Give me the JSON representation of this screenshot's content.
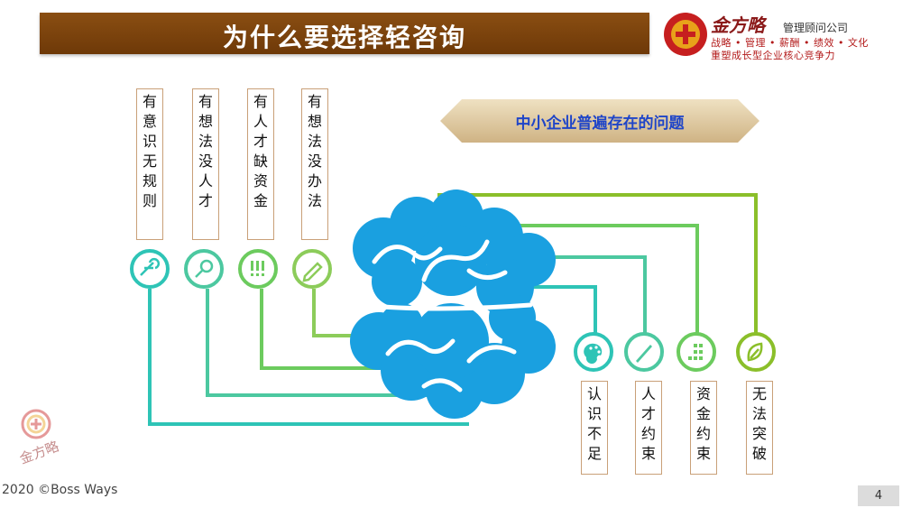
{
  "header": {
    "title": "为什么要选择轻咨询"
  },
  "logo": {
    "brand": "金方略",
    "subtitle": "管理顾问公司",
    "tagline": "战略 • 管理 • 薪酬 • 绩效 • 文化",
    "slogan": "重塑成长型企业核心竞争力"
  },
  "banner": {
    "text": "中小企业普遍存在的问题"
  },
  "top_items": [
    {
      "text": "有意识 无规则",
      "icon": "wrench-icon"
    },
    {
      "text": "有想法 没人才",
      "icon": "magnifier-icon"
    },
    {
      "text": "有人才 缺资金",
      "icon": "exclamation-icon"
    },
    {
      "text": "有想法 没办法",
      "icon": "pencil-icon"
    }
  ],
  "bottom_items": [
    {
      "text": "认识不足",
      "icon": "palette-icon"
    },
    {
      "text": "人才约束",
      "icon": "pen-icon"
    },
    {
      "text": "资金约束",
      "icon": "dots-grid-icon"
    },
    {
      "text": "无法突破",
      "icon": "leaf-icon"
    }
  ],
  "colors": {
    "title_bg": "#7a420c",
    "brain": "#1aa0e0",
    "teal": "#2ec4b6",
    "green": "#5cc05c",
    "lime": "#8bbf2a",
    "banner_text": "#1f45c8"
  },
  "footer": {
    "copyright": "2020 ©Boss Ways",
    "page": "4"
  }
}
